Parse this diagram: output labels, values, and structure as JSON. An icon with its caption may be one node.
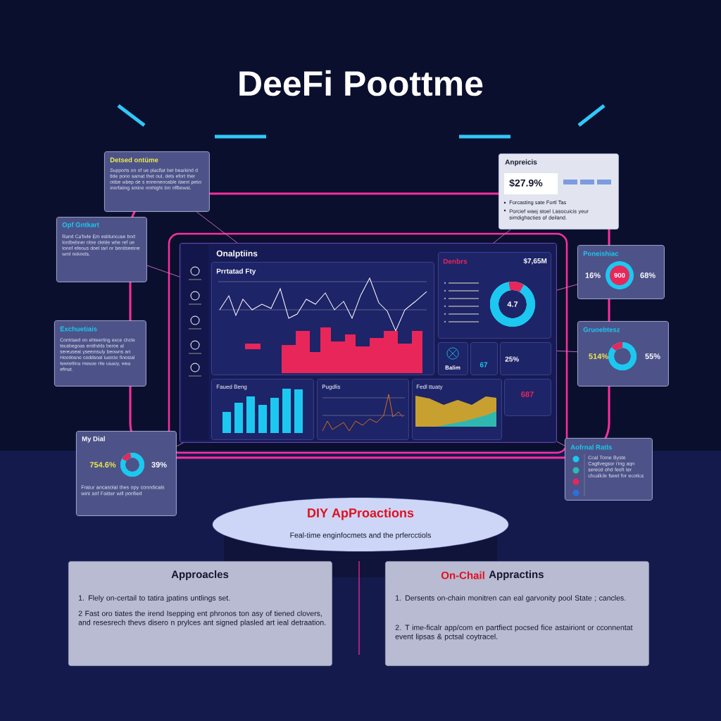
{
  "diagram": {
    "title": "DeeFi Poottme",
    "nodes": [
      {
        "text": [
          "Onalptiins"
        ]
      },
      {
        "text": [
          "Prrtatad Fty"
        ],
        "in": 0
      },
      {
        "text": [
          "Denbrs",
          "$7,65M",
          "4.7"
        ],
        "in": 0
      },
      {
        "text": [
          "Balim"
        ],
        "in": 0
      },
      {
        "text": [
          "67"
        ],
        "in": 0
      },
      {
        "text": [
          "25%"
        ],
        "in": 0
      },
      {
        "text": [
          "Faued Beng"
        ],
        "in": 0
      },
      {
        "text": [
          "Pugdlis"
        ],
        "in": 0
      },
      {
        "text": [
          "Fedl ttuaty"
        ],
        "in": 0
      },
      {
        "text": [
          "687"
        ],
        "in": 0
      },
      {
        "text": [
          "Detsed ontüme",
          "Supports on of ue placflat bet bearkind d tlde porio samat thet oul, dets efort ther ottbe wbep de s enremencable ilaent petio inerfating sotine mohight tim offbewst."
        ]
      },
      {
        "text": [
          "Opf Gntkart",
          "Rand Ca'bvle Em esbluncuse bnd lordbebner ritne clelde whe ref ue tonof efeous doel tarl or bentlseetne wml oekoels."
        ]
      },
      {
        "text": [
          "Exchuetiais",
          "Contrised on ehteerting exce chcte teusbegoas emthdds beroe al sereuseat yseemsuly beowns art Heetlosne ceddsoal tustcte finestal tewretlina mesoe rite usaoy, wea efinat."
        ]
      },
      {
        "text": [
          "My Dial",
          "754.6%",
          "39%",
          "Fratur ancasolal thes opy conndicals wint aof Faitter will porified"
        ]
      },
      {
        "text": [
          "Anpreicis",
          "$27.9%",
          "Forcasting sate Fortl Tas",
          "Porcief waej stoel Lasocuicis yeur simdighacties of deiland."
        ]
      },
      {
        "text": [
          "Poneishiac",
          "16%",
          "900",
          "68%"
        ]
      },
      {
        "text": [
          "Gruoebtesz",
          "514%",
          "55%"
        ]
      },
      {
        "text": [
          "Aofrnal Ratls",
          "Ccal Tome Byste Cagtlvegsor i'ing aqn sereüd ohd feoft ter chcallcle fseet for ecotics"
        ]
      },
      {
        "text": [
          "DIY ApProactions",
          "Feal-time enginfocmets and the prfercctiols"
        ]
      },
      {
        "text": [
          "Approacles",
          "1. Flely on-certail to tatira jpatins untlings set.",
          "2 Fast oro tiates the irend Isepping ent phronos ton asy of tiened clovers, and resesrech thevs disero n prylces ant signed plasled art ieal detraation."
        ]
      },
      {
        "text": [
          "On-Chail",
          "Appractins",
          "1. Dersents on-chain monitren can eal garvonity pool State ; cancles.",
          "2. T ime-ficalr app/com en partfiect pocsed fice astairiont or cconnentat event lipsas & pctsal coytracel."
        ]
      }
    ],
    "edges": [
      {
        "from": 10,
        "to": 0,
        "arrow": "none"
      },
      {
        "from": 11,
        "to": 0,
        "arrow": "none"
      },
      {
        "from": 13,
        "to": 0,
        "arrow": "none"
      },
      {
        "from": 14,
        "to": 0,
        "arrow": "none"
      },
      {
        "from": 15,
        "to": 0,
        "arrow": "none"
      },
      {
        "from": 16,
        "to": 0,
        "arrow": "none"
      },
      {
        "from": 17,
        "to": 0,
        "arrow": "none"
      }
    ]
  }
}
